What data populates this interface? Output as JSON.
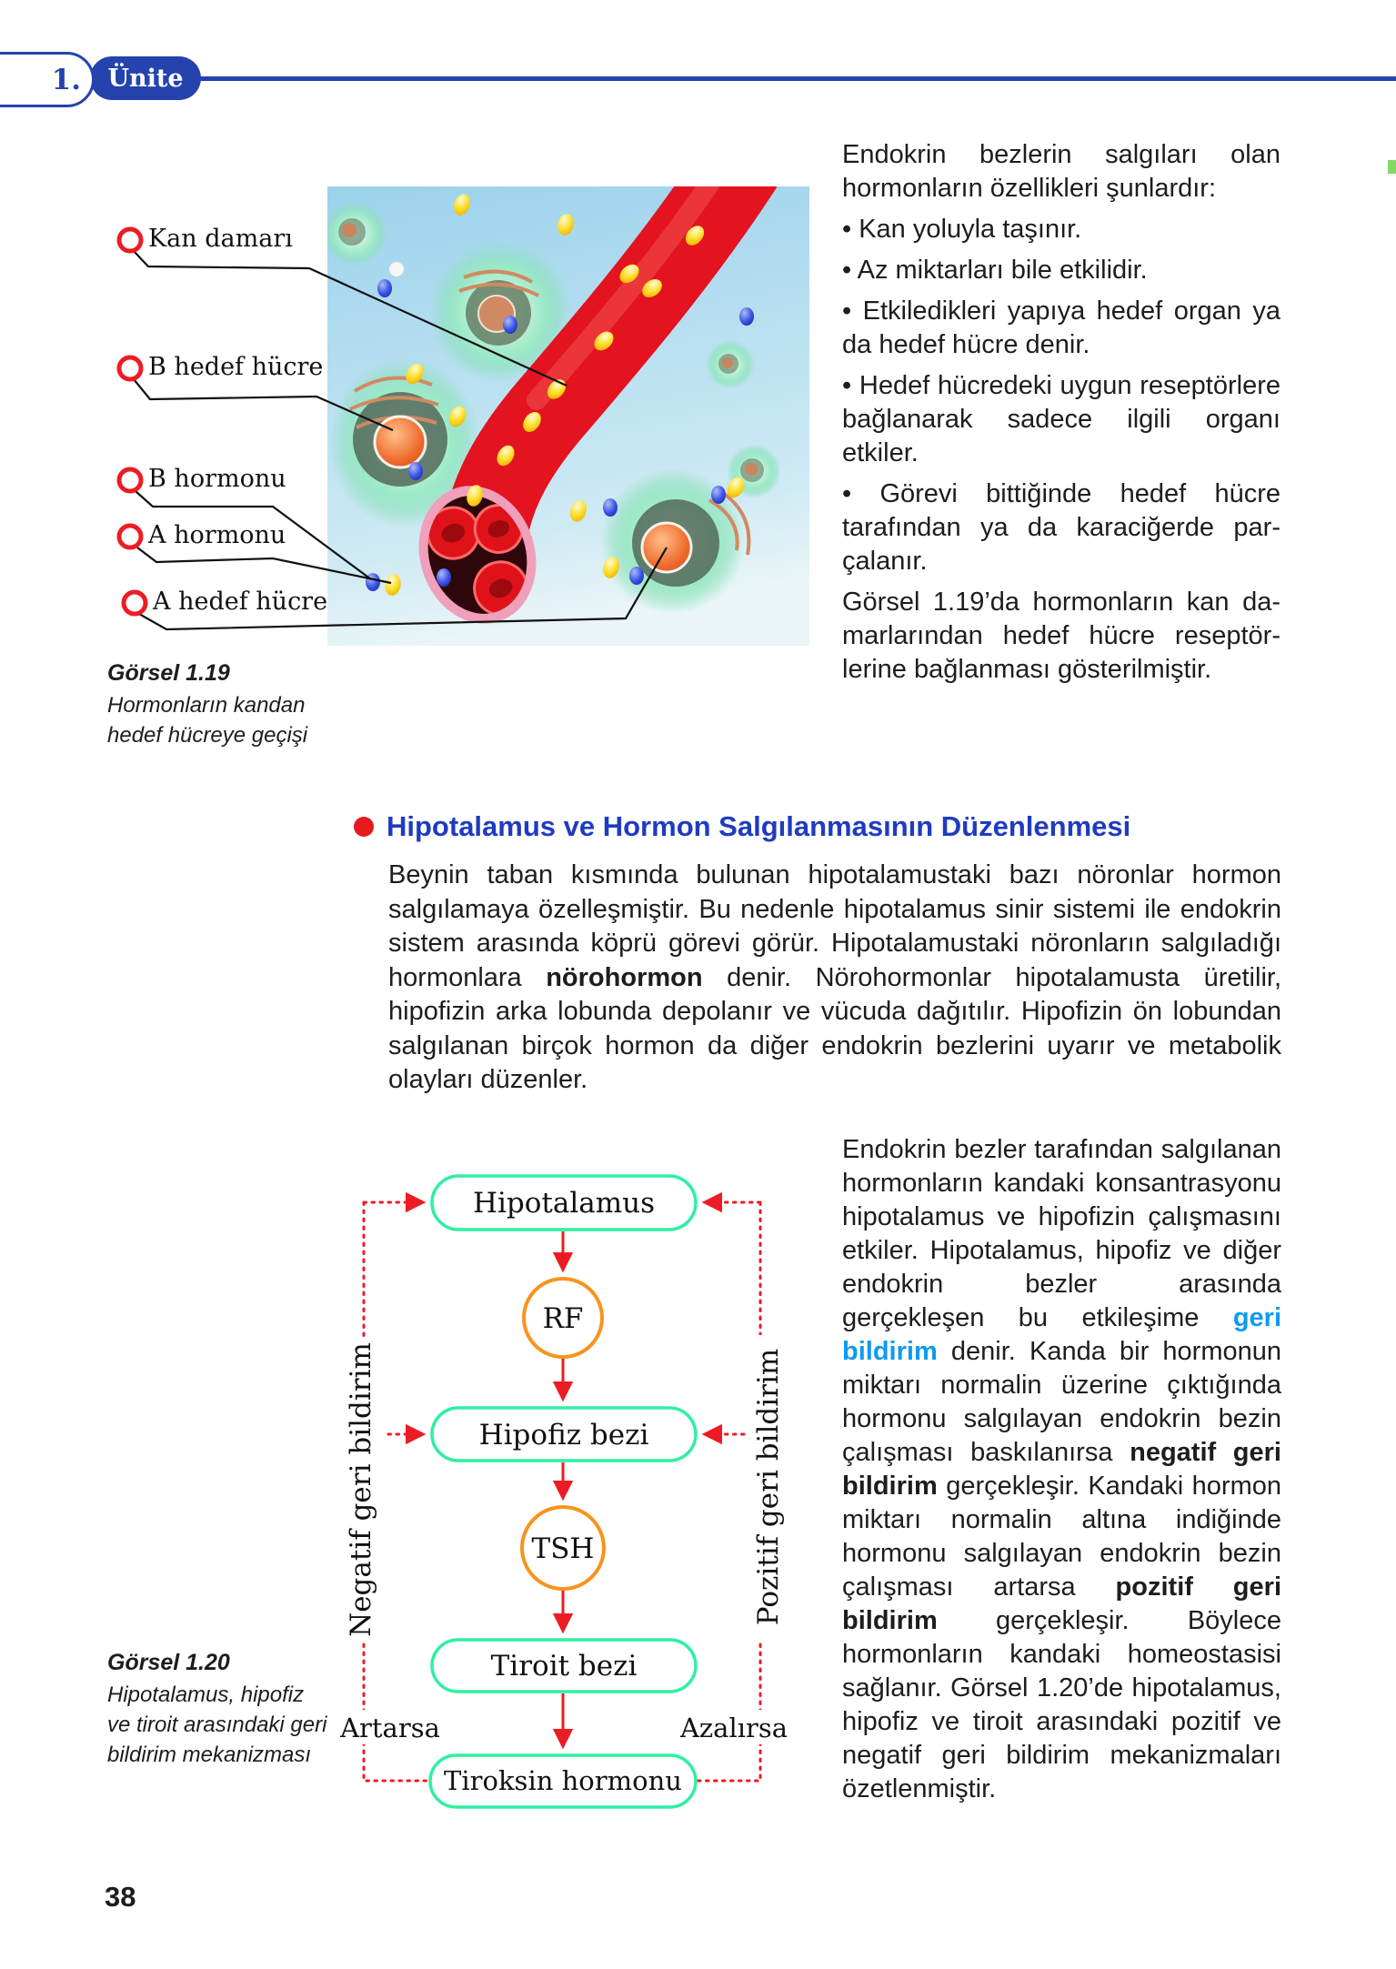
{
  "colors": {
    "header_blue": "#2443ad",
    "heading_blue": "#1f3bc2",
    "accent_red": "#ed1c24",
    "pill_green": "#2ef0a2",
    "circle_orange": "#f7941e",
    "link_blue": "#0d9bf2",
    "edge_tab_green": "#84d965"
  },
  "header": {
    "unit_number": "1.",
    "unit_label": "Ünite"
  },
  "figure_blood": {
    "labels": [
      "Kan damarı",
      "B hedef hücre",
      "B hormonu",
      "A hormonu",
      "A hedef hücre"
    ],
    "caption_title": "Görsel 1.19",
    "caption_text": "Hormonların kandan hedef hücreye geçişi"
  },
  "intro": {
    "lead": "Endokrin bezlerin salgıları olan hormonların özellikleri şunlardır:",
    "bullets": [
      "• Kan yoluyla taşınır.",
      "• Az miktarları bile etkilidir.",
      "• Etkiledikleri yapıya hedef organ ya da hedef hücre denir.",
      "• Hedef hücredeki uygun reseptör­lere bağlanarak sadece ilgili orga­nı etkiler.",
      "• Görevi bittiğinde hedef hücre tarafından ya da karaciğerde par­çalanır."
    ],
    "closing": "Görsel 1.19’da hormonların kan da­marlarından hedef hücre reseptör­lerine bağlanması gösterilmiştir."
  },
  "section": {
    "title": "Hipotalamus ve Hormon Salgılanmasının Düzenlenmesi",
    "paragraph": [
      {
        "t": "Beynin taban kısmında bulunan hipotalamustaki bazı nöronlar hormon salgılamaya özelleşmiştir. Bu nedenle hipotalamus sinir sistemi ile endok­rin sistem arasında köprü görevi görür. Hipotalamustaki nöronların sal­gıladığı hormonlara "
      },
      {
        "t": "nörohormon",
        "b": true
      },
      {
        "t": " denir. Nörohormonlar hipotalamusta üretilir, hipofizin arka lobunda depolanır ve vücuda dağıtılır. Hipofizin ön lobundan salgılanan birçok hormon da diğer endokrin bezlerini uyarır ve metabolik olayları düzenler."
      }
    ]
  },
  "diagram": {
    "nodes": [
      {
        "label": "Hipotalamus",
        "shape": "pill"
      },
      {
        "label": "RF",
        "shape": "circle"
      },
      {
        "label": "Hipofiz bezi",
        "shape": "pill"
      },
      {
        "label": "TSH",
        "shape": "circle"
      },
      {
        "label": "Tiroit bezi",
        "shape": "pill"
      },
      {
        "label": "Tiroksin hormonu",
        "shape": "pill"
      }
    ],
    "left_feedback_label": "Negatif geri bildirim",
    "right_feedback_label": "Pozitif geri bildirim",
    "left_condition": "Artarsa",
    "right_condition": "Azalırsa"
  },
  "figure_diagram": {
    "caption_title": "Görsel 1.20",
    "caption_text": "Hipotalamus, hipofiz ve tiroit arasındaki geri bildirim mekanizması"
  },
  "feedback": {
    "paragraph": [
      {
        "t": "Endokrin bezler tarafından salgıla­nan hormonların kandaki konsant­rasyonu hipotalamus ve hipofizin çalışmasını etkiler. Hipotalamus, hipofiz ve diğer endokrin bezler arasında gerçekleşen bu etkileşi­me "
      },
      {
        "t": "geri bildirim",
        "b": true,
        "c": "#0d9bf2"
      },
      {
        "t": " denir. Kanda bir hormonun miktarı normalin üzeri­ne çıktığında hormonu salgılayan endokrin bezin çalışması baskıla­nırsa "
      },
      {
        "t": "negatif geri bildirim",
        "b": true
      },
      {
        "t": " ger­çekleşir. Kandaki hormon miktarı normalin altına indiğinde hormo­nu salgılayan endokrin bezin çalış­ması artarsa "
      },
      {
        "t": "pozitif geri bildirim",
        "b": true
      },
      {
        "t": " gerçekleşir. Böylece hormonların kandaki homeostasisi sağlanır. Görsel 1.20’de hipotalamus, hipo­fiz ve tiroit arasındaki pozitif ve negatif geri bildirim mekanizmala­rı özetlenmiştir."
      }
    ]
  },
  "page": {
    "number": "38"
  }
}
